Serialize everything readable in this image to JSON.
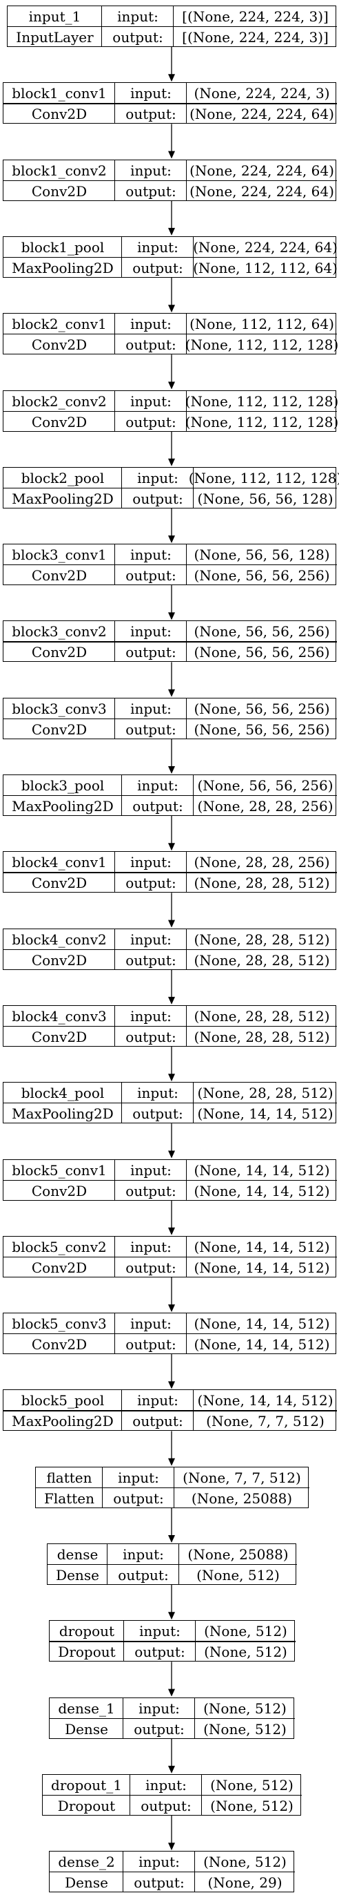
{
  "io_labels": {
    "input": "input:",
    "output": "output:"
  },
  "layers": [
    {
      "name": "input_1",
      "type": "InputLayer",
      "input": "[(None, 224, 224, 3)]",
      "output": "[(None, 224, 224, 3)]"
    },
    {
      "name": "block1_conv1",
      "type": "Conv2D",
      "input": "(None, 224, 224, 3)",
      "output": "(None, 224, 224, 64)"
    },
    {
      "name": "block1_conv2",
      "type": "Conv2D",
      "input": "(None, 224, 224, 64)",
      "output": "(None, 224, 224, 64)"
    },
    {
      "name": "block1_pool",
      "type": "MaxPooling2D",
      "input": "(None, 224, 224, 64)",
      "output": "(None, 112, 112, 64)"
    },
    {
      "name": "block2_conv1",
      "type": "Conv2D",
      "input": "(None, 112, 112, 64)",
      "output": "(None, 112, 112, 128)"
    },
    {
      "name": "block2_conv2",
      "type": "Conv2D",
      "input": "(None, 112, 112, 128)",
      "output": "(None, 112, 112, 128)"
    },
    {
      "name": "block2_pool",
      "type": "MaxPooling2D",
      "input": "(None, 112, 112, 128)",
      "output": "(None, 56, 56, 128)"
    },
    {
      "name": "block3_conv1",
      "type": "Conv2D",
      "input": "(None, 56, 56, 128)",
      "output": "(None, 56, 56, 256)"
    },
    {
      "name": "block3_conv2",
      "type": "Conv2D",
      "input": "(None, 56, 56, 256)",
      "output": "(None, 56, 56, 256)"
    },
    {
      "name": "block3_conv3",
      "type": "Conv2D",
      "input": "(None, 56, 56, 256)",
      "output": "(None, 56, 56, 256)"
    },
    {
      "name": "block3_pool",
      "type": "MaxPooling2D",
      "input": "(None, 56, 56, 256)",
      "output": "(None, 28, 28, 256)"
    },
    {
      "name": "block4_conv1",
      "type": "Conv2D",
      "input": "(None, 28, 28, 256)",
      "output": "(None, 28, 28, 512)"
    },
    {
      "name": "block4_conv2",
      "type": "Conv2D",
      "input": "(None, 28, 28, 512)",
      "output": "(None, 28, 28, 512)"
    },
    {
      "name": "block4_conv3",
      "type": "Conv2D",
      "input": "(None, 28, 28, 512)",
      "output": "(None, 28, 28, 512)"
    },
    {
      "name": "block4_pool",
      "type": "MaxPooling2D",
      "input": "(None, 28, 28, 512)",
      "output": "(None, 14, 14, 512)"
    },
    {
      "name": "block5_conv1",
      "type": "Conv2D",
      "input": "(None, 14, 14, 512)",
      "output": "(None, 14, 14, 512)"
    },
    {
      "name": "block5_conv2",
      "type": "Conv2D",
      "input": "(None, 14, 14, 512)",
      "output": "(None, 14, 14, 512)"
    },
    {
      "name": "block5_conv3",
      "type": "Conv2D",
      "input": "(None, 14, 14, 512)",
      "output": "(None, 14, 14, 512)"
    },
    {
      "name": "block5_pool",
      "type": "MaxPooling2D",
      "input": "(None, 14, 14, 512)",
      "output": "(None, 7, 7, 512)"
    },
    {
      "name": "flatten",
      "type": "Flatten",
      "input": "(None, 7, 7, 512)",
      "output": "(None, 25088)"
    },
    {
      "name": "dense",
      "type": "Dense",
      "input": "(None, 25088)",
      "output": "(None, 512)"
    },
    {
      "name": "dropout",
      "type": "Dropout",
      "input": "(None, 512)",
      "output": "(None, 512)"
    },
    {
      "name": "dense_1",
      "type": "Dense",
      "input": "(None, 512)",
      "output": "(None, 512)"
    },
    {
      "name": "dropout_1",
      "type": "Dropout",
      "input": "(None, 512)",
      "output": "(None, 512)"
    },
    {
      "name": "dense_2",
      "type": "Dense",
      "input": "(None, 512)",
      "output": "(None, 29)"
    }
  ]
}
